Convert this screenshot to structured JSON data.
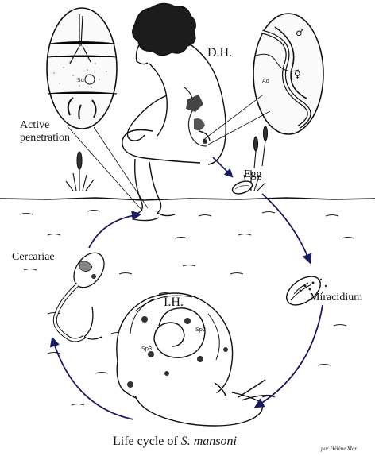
{
  "labels": {
    "definitive_host": "D.H.",
    "intermediate_host": "I.H.",
    "egg": "Egg",
    "miracidium": "Miracidium",
    "cercariae": "Cercariae",
    "active_penetration_line1": "Active",
    "active_penetration_line2": "penetration",
    "caption_prefix": "Life cycle of ",
    "caption_species": "S. mansoni",
    "credit": "par Hélène Mor"
  },
  "inset_labels": {
    "su": "Su",
    "ad": "Ad",
    "male_symbol": "♂",
    "female_symbol": "♀"
  },
  "snail_labels": {
    "sp2": "Sp2",
    "sp3": "Sp3"
  },
  "colors": {
    "ink": "#111111",
    "cycle_arrow": "#1a1a5e",
    "background": "#ffffff"
  }
}
